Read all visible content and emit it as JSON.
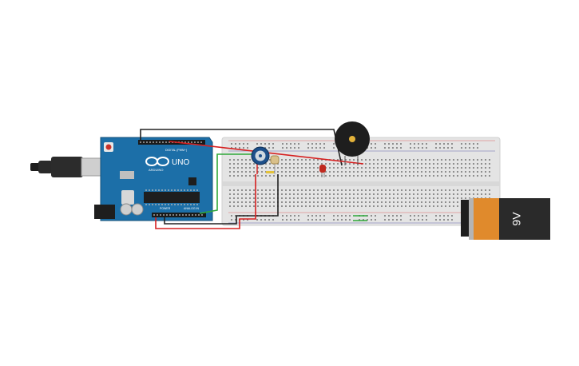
{
  "arduino": {
    "logo_text": "UNO",
    "brand_text": "ARDUINO",
    "header_label": "DIGITAL (PWM~)",
    "power_label": "POWER",
    "analog_label": "ANALOG IN"
  },
  "battery": {
    "label": "9V"
  },
  "colors": {
    "arduino_board": "#1c6fa8",
    "breadboard": "#e6e6e6",
    "wire_red": "#d62020",
    "wire_black": "#222222",
    "wire_green": "#2fa83a",
    "battery_orange": "#e08a2c",
    "battery_black": "#2a2a2a",
    "buzzer": "#1e1e1e",
    "potentiometer": "#1d4f8a",
    "led": "#c0281e"
  }
}
